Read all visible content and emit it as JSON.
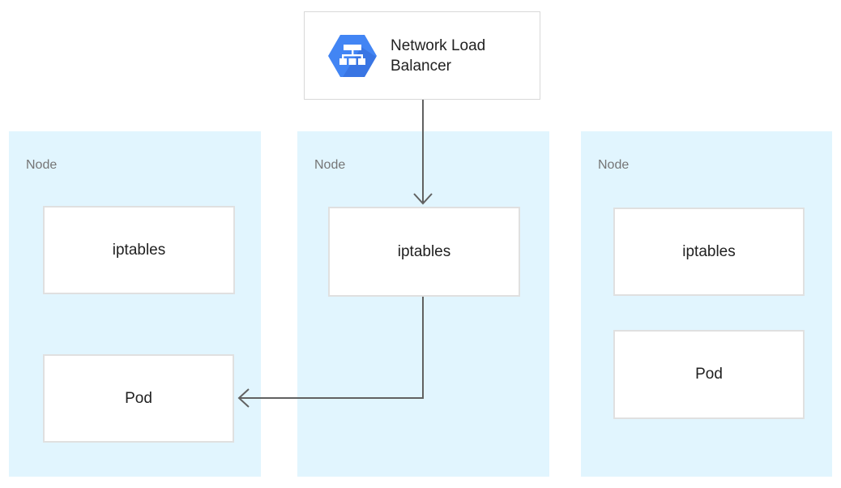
{
  "load_balancer": {
    "label": "Network Load Balancer",
    "icon": "load-balancer-hexagon-icon"
  },
  "nodes": [
    {
      "label": "Node",
      "boxes": [
        {
          "label": "iptables"
        },
        {
          "label": "Pod"
        }
      ]
    },
    {
      "label": "Node",
      "boxes": [
        {
          "label": "iptables"
        }
      ]
    },
    {
      "label": "Node",
      "boxes": [
        {
          "label": "iptables"
        },
        {
          "label": "Pod"
        }
      ]
    }
  ],
  "arrows": [
    {
      "from": "network-load-balancer",
      "to": "node-2-iptables"
    },
    {
      "from": "node-2-iptables",
      "to": "node-1-pod"
    }
  ],
  "colors": {
    "canvas_bg": "#ffffff",
    "node_bg": "#E1F5FE",
    "box_bg": "#ffffff",
    "box_border": "#E0E0E0",
    "nlb_border": "#D8D8D8",
    "arrow": "#616161",
    "icon_blue": "#4285F4",
    "icon_blue_shadow": "#3367D6",
    "label_gray": "#757575",
    "text_dark": "#212121"
  }
}
